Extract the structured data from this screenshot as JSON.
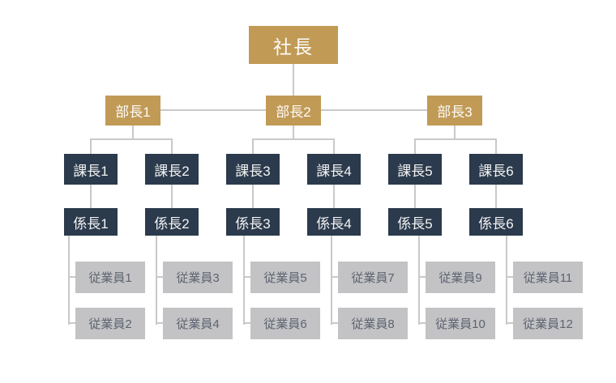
{
  "chart": {
    "type": "org-chart",
    "colors": {
      "executive_box": "#c19a55",
      "manager_box": "#2b3a4c",
      "employee_box": "#c3c3c5",
      "employee_text": "#5e6370",
      "box_text_light": "#fdfcf9",
      "connector_line": "#c9c9c9",
      "background": "#ffffff"
    },
    "nodes": {
      "president": {
        "label": "社長"
      },
      "department_managers": [
        {
          "label": "部長1"
        },
        {
          "label": "部長2"
        },
        {
          "label": "部長3"
        }
      ],
      "section_managers": [
        {
          "label": "課長1"
        },
        {
          "label": "課長2"
        },
        {
          "label": "課長3"
        },
        {
          "label": "課長4"
        },
        {
          "label": "課長5"
        },
        {
          "label": "課長6"
        }
      ],
      "team_leaders": [
        {
          "label": "係長1"
        },
        {
          "label": "係長2"
        },
        {
          "label": "係長3"
        },
        {
          "label": "係長4"
        },
        {
          "label": "係長5"
        },
        {
          "label": "係長6"
        }
      ],
      "employees": [
        {
          "label": "従業員1"
        },
        {
          "label": "従業員2"
        },
        {
          "label": "従業員3"
        },
        {
          "label": "従業員4"
        },
        {
          "label": "従業員5"
        },
        {
          "label": "従業員6"
        },
        {
          "label": "従業員7"
        },
        {
          "label": "従業員8"
        },
        {
          "label": "従業員9"
        },
        {
          "label": "従業員10"
        },
        {
          "label": "従業員11"
        },
        {
          "label": "従業員12"
        }
      ]
    }
  }
}
